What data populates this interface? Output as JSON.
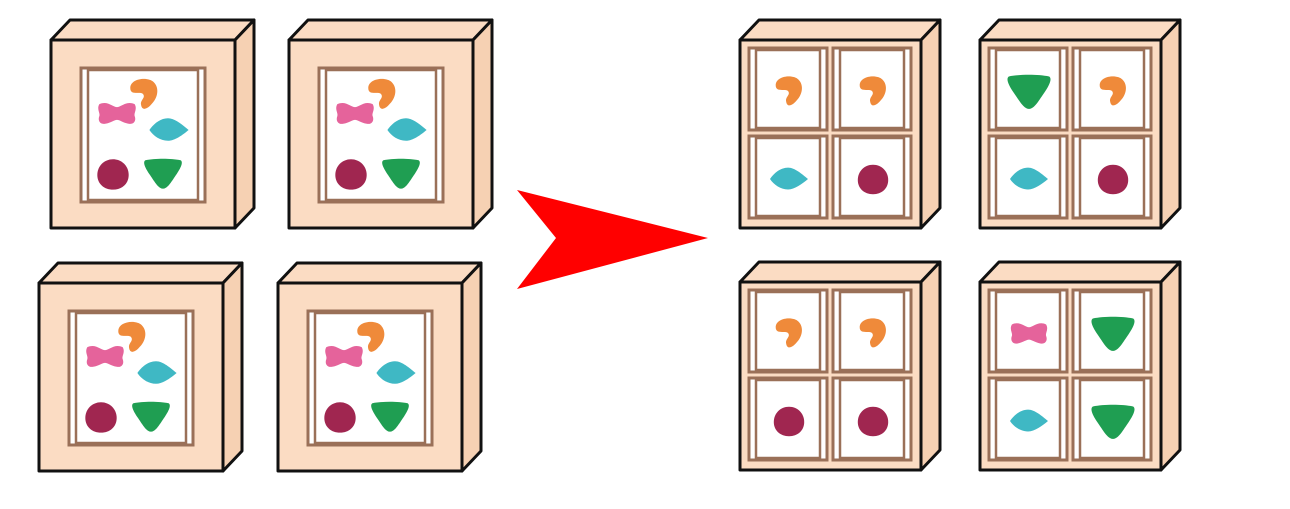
{
  "colors": {
    "box_face": "#fbdcc3",
    "box_side": "#f6d1b3",
    "outline": "#111111",
    "frame": "#9a7058",
    "pane": "#ffffff",
    "arrow": "#ff0000",
    "pink": "#e5639b",
    "orange": "#ef8a3a",
    "teal": "#3fb8c4",
    "maroon": "#a02650",
    "green": "#1f9e52"
  },
  "left_group": {
    "boxes": [
      {
        "name": "monolith-box-1",
        "shapes": [
          "blob",
          "bowtie",
          "diamond",
          "circle",
          "triangle"
        ]
      },
      {
        "name": "monolith-box-2",
        "shapes": [
          "blob",
          "bowtie",
          "diamond",
          "circle",
          "triangle"
        ]
      },
      {
        "name": "monolith-box-3",
        "shapes": [
          "blob",
          "bowtie",
          "diamond",
          "circle",
          "triangle"
        ]
      },
      {
        "name": "monolith-box-4",
        "shapes": [
          "blob",
          "bowtie",
          "diamond",
          "circle",
          "triangle"
        ]
      }
    ]
  },
  "arrow": {
    "direction": "right"
  },
  "right_group": {
    "boxes": [
      {
        "name": "split-box-1",
        "cells": [
          "blob",
          "blob",
          "diamond",
          "circle"
        ]
      },
      {
        "name": "split-box-2",
        "cells": [
          "triangle",
          "blob",
          "diamond",
          "circle"
        ]
      },
      {
        "name": "split-box-3",
        "cells": [
          "blob",
          "blob",
          "circle",
          "circle"
        ]
      },
      {
        "name": "split-box-4",
        "cells": [
          "bowtie",
          "triangle",
          "diamond",
          "triangle"
        ]
      }
    ]
  }
}
